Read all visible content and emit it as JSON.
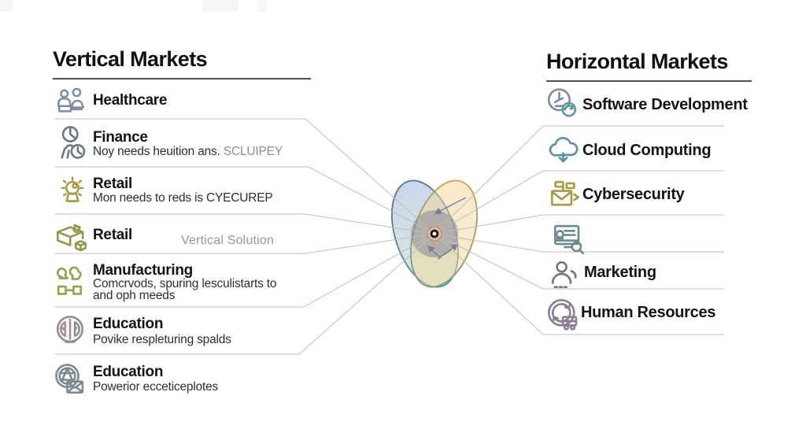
{
  "vertical": {
    "title": "Vertical Markets",
    "items": [
      {
        "label": "Healthcare",
        "icon": "healthcare-people-icon"
      },
      {
        "label": "Finance",
        "subtitle": "Noy needs heuition ans.",
        "subtitle_tag": "SCLUIPEY",
        "icon": "finance-chart-clock-icon"
      },
      {
        "label": "Retail",
        "subtitle": "Mon needs to reds is CYECUREP",
        "icon": "retail-lamp-icon"
      },
      {
        "label": "Retail",
        "note": "Vertical Solution",
        "icon": "retail-boxes-icon"
      },
      {
        "label": "Manufacturing",
        "subtitle": "Comcrvods, spuring lesculistarts to",
        "subtitle2": "and oph meeds",
        "icon": "manufacturing-people-boxes-icon"
      },
      {
        "label": "Education",
        "subtitle": "Povike respleturing spalds",
        "icon": "education-balance-icon"
      },
      {
        "label": "Education",
        "subtitle": "Powerior ecceticeplotes",
        "icon": "education-globe-mail-icon"
      }
    ]
  },
  "horizontal": {
    "title": "Horizontal Markets",
    "items": [
      {
        "label": "Software Development",
        "icon": "software-gauge-icon"
      },
      {
        "label": "Cloud Computing",
        "icon": "cloud-download-icon"
      },
      {
        "label": "Cybersecurity",
        "icon": "mail-security-icon"
      },
      {
        "label": "",
        "icon": "monitor-search-icon"
      },
      {
        "label": "Marketing",
        "icon": "marketing-person-icon"
      },
      {
        "label": "Human Resources",
        "icon": "hr-cycle-truck-icon"
      }
    ]
  },
  "colors": {
    "separator": "#bdbdbd",
    "header_underline": "#4e4e4e",
    "venn_blue_stroke": "#56719b",
    "venn_teal_stroke": "#4e9486",
    "venn_yellow_stroke": "#bfa055",
    "venn_blue_fill": "#97add4",
    "venn_yellow_fill": "#f2d698",
    "venn_core_grey": "#7f7f96",
    "target_ring_orange": "#d28a60",
    "icon_olive": "#a89a45",
    "icon_greyblue": "#7d8ca0",
    "icon_teal": "#5b8fa8"
  }
}
